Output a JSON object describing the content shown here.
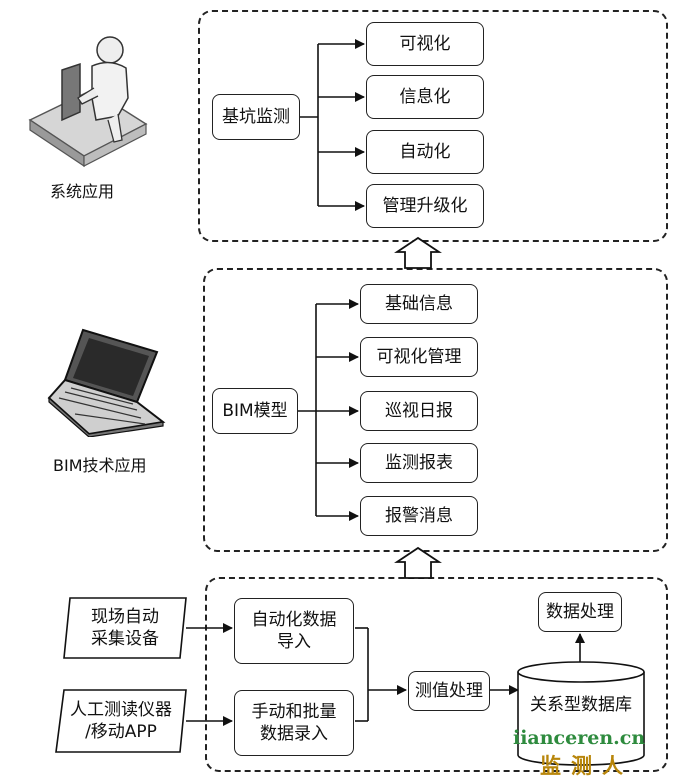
{
  "top": {
    "left_label": "系统应用",
    "center": "基坑监测",
    "items": [
      "可视化",
      "信息化",
      "自动化",
      "管理升级化"
    ]
  },
  "middle": {
    "left_label": "BIM技术应用",
    "center": "BIM模型",
    "items": [
      "基础信息",
      "可视化管理",
      "巡视日报",
      "监测报表",
      "报警消息"
    ]
  },
  "bottom": {
    "source1": "现场自动\n采集设备",
    "source2": "人工测读仪器\n/移动APP",
    "import1": "自动化数据\n导入",
    "import2": "手动和批量\n数据录入",
    "process": "测值处理",
    "database": "关系型数据库",
    "data_process": "数据处理"
  },
  "watermark": {
    "domain": "iianceren.cn",
    "name": "监测人"
  }
}
